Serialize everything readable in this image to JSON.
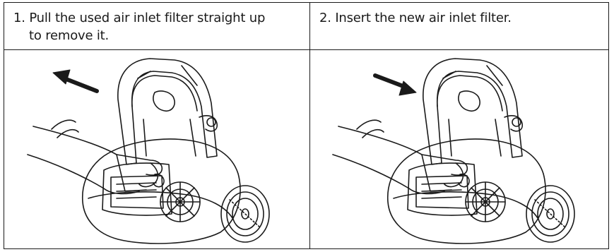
{
  "steps": [
    {
      "number": "1.",
      "text_line1": "Pull the used air inlet filter straight up",
      "text_line2": "to remove it.",
      "arrow_direction": "out"
    },
    {
      "number": "2.",
      "text_line1": "Insert the new air inlet filter.",
      "text_line2": "",
      "arrow_direction": "in"
    }
  ],
  "colors": {
    "line": "#1a1a1a",
    "background": "#ffffff"
  }
}
